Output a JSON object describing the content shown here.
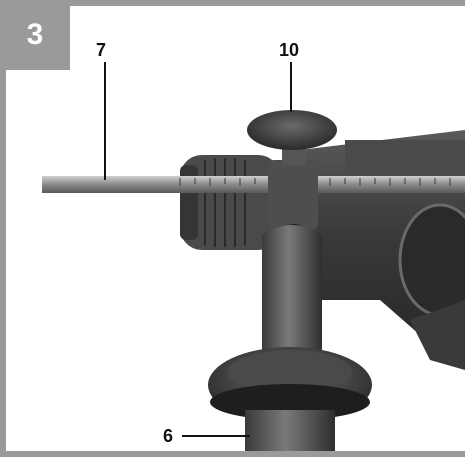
{
  "figure": {
    "number": "3",
    "callouts": {
      "rod": "7",
      "knob": "10",
      "handle": "6"
    }
  },
  "colors": {
    "frame": "#9a9a9a",
    "badge_text": "#ffffff",
    "ink": "#111111"
  },
  "icons": [
    "drill-photo-illustration"
  ]
}
